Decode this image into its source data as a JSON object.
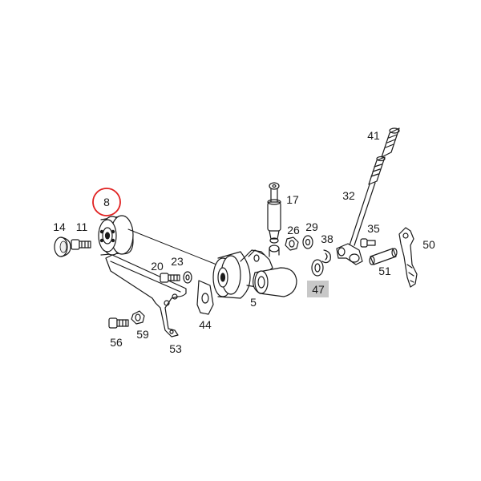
{
  "diagram": {
    "parts": [
      {
        "key": "p8",
        "number": "8",
        "circled": true
      },
      {
        "key": "p14",
        "number": "14"
      },
      {
        "key": "p11",
        "number": "11"
      },
      {
        "key": "p20",
        "number": "20"
      },
      {
        "key": "p23",
        "number": "23"
      },
      {
        "key": "p5",
        "number": "5"
      },
      {
        "key": "p17",
        "number": "17"
      },
      {
        "key": "p26",
        "number": "26"
      },
      {
        "key": "p29",
        "number": "29"
      },
      {
        "key": "p38",
        "number": "38"
      },
      {
        "key": "p47",
        "number": "47",
        "highlighted": true
      },
      {
        "key": "p44",
        "number": "44"
      },
      {
        "key": "p56",
        "number": "56"
      },
      {
        "key": "p59",
        "number": "59"
      },
      {
        "key": "p53",
        "number": "53"
      },
      {
        "key": "p41",
        "number": "41"
      },
      {
        "key": "p32",
        "number": "32"
      },
      {
        "key": "p35",
        "number": "35"
      },
      {
        "key": "p50",
        "number": "50"
      },
      {
        "key": "p51",
        "number": "51"
      }
    ],
    "colors": {
      "line": "#1a1a1a",
      "circle_marker": "#e02020",
      "highlight_box": "#c8c8c8"
    }
  }
}
